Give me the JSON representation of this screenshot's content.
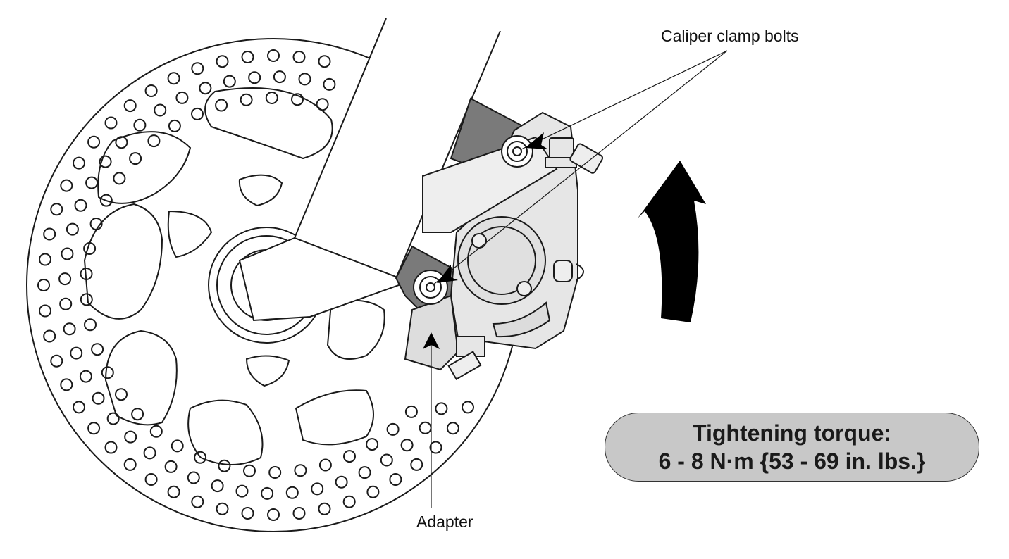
{
  "labels": {
    "caliper_clamp_bolts": "Caliper clamp bolts",
    "adapter": "Adapter"
  },
  "torque": {
    "line1": "Tightening torque:",
    "line2": "6 - 8 N·m {53 - 69 in. lbs.}"
  },
  "colors": {
    "line": "#1a1a1a",
    "adapter_fill": "#7a7a7a",
    "caliper_fill": "#e6e6e6",
    "torque_box_fill": "#c8c8c8",
    "arrow_fill": "#000000"
  }
}
